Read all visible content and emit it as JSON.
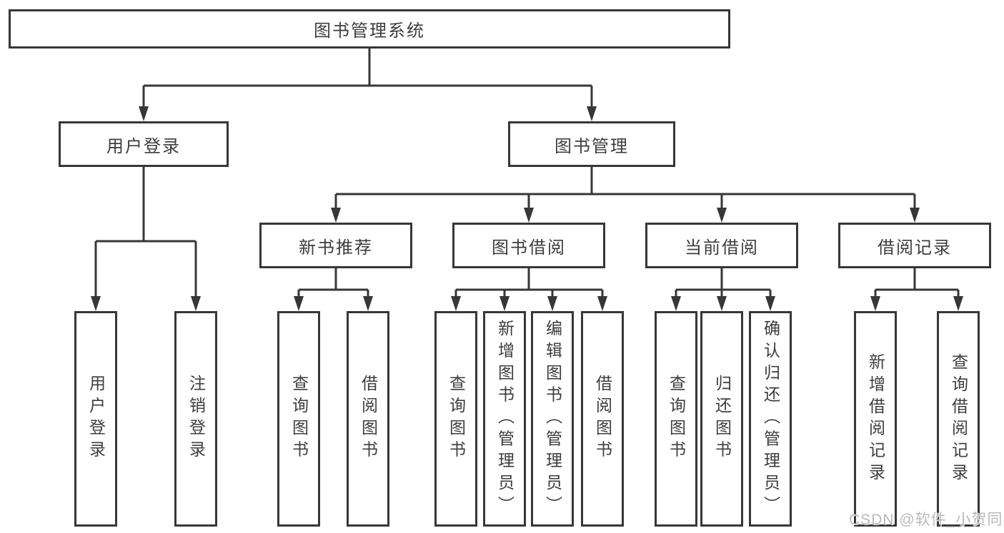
{
  "diagram": {
    "root": "图书管理系统",
    "user_branch": {
      "label": "用户登录",
      "children": [
        "用户登录",
        "注销登录"
      ]
    },
    "management_branch": {
      "label": "图书管理",
      "sections": [
        {
          "label": "新书推荐",
          "children": [
            "查询图书",
            "借阅图书"
          ]
        },
        {
          "label": "图书借阅",
          "children": [
            "查询图书",
            "新增图书（管理员）",
            "编辑图书（管理员）",
            "借阅图书"
          ]
        },
        {
          "label": "当前借阅",
          "children": [
            "查询图书",
            "归还图书",
            "确认归还（管理员）"
          ]
        },
        {
          "label": "借阅记录",
          "children": [
            "新增借阅记录",
            "查询借阅记录"
          ]
        }
      ]
    }
  },
  "watermark": "CSDN @软件_小贺同学",
  "colors": {
    "line": "#373737",
    "text": "#3d3d3d",
    "watermark": "#b9b9b9",
    "background": "#ffffff"
  }
}
